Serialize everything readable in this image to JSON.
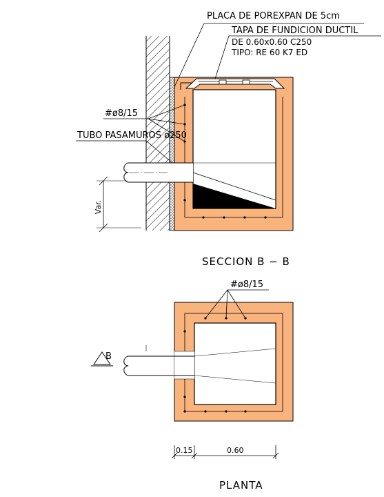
{
  "colors": {
    "concrete": "#F9B47E",
    "line": "#000000",
    "background": "#FFFFFF",
    "hatch_gray": "#9a9a9a"
  },
  "labels": {
    "placa": "PLACA DE POREXPAN DE 5cm",
    "tapa_line1": "TAPA DE FUNDICION DUCTIL",
    "tapa_line2": "DE 0.60x0.60   C250",
    "tapa_line3": "TIPO: RE 60 K7 ED",
    "rebar_section": "#ø8/15",
    "tubo": "TUBO PASAMUROS ø250",
    "var": "Var.",
    "section_title": "SECCION B − B",
    "rebar_plan": "#ø8/15",
    "section_marker": "B",
    "dim_wall": "0.15",
    "dim_inner": "0.60",
    "plan_title": "PLANTA"
  }
}
